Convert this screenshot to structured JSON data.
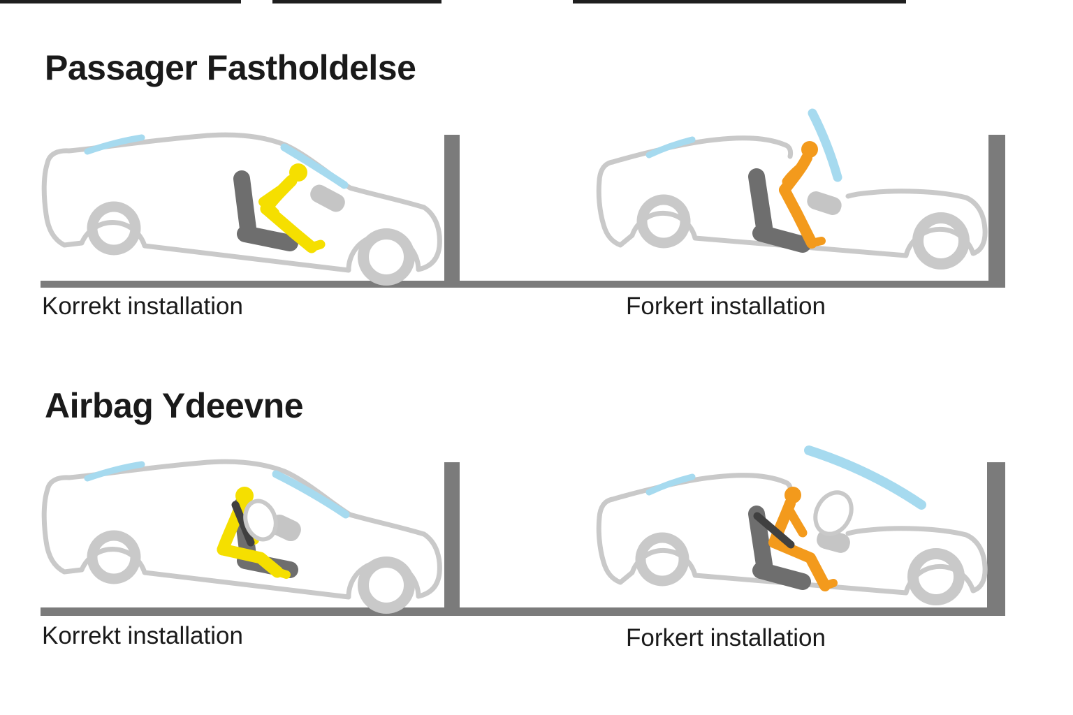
{
  "sections": [
    {
      "title": "Passager Fastholdelse",
      "panels": [
        {
          "label": "Korrekt installation",
          "state": "correct",
          "occupant_color": "#f5df00"
        },
        {
          "label": "Forkert installation",
          "state": "incorrect",
          "occupant_color": "#f39a1c"
        }
      ]
    },
    {
      "title": "Airbag Ydeevne",
      "panels": [
        {
          "label": "Korrekt installation",
          "state": "correct",
          "occupant_color": "#f5df00"
        },
        {
          "label": "Forkert installation",
          "state": "incorrect",
          "occupant_color": "#f39a1c"
        }
      ]
    }
  ],
  "colors": {
    "background": "#ffffff",
    "text": "#1a1a1a",
    "car_outline": "#c9c9c9",
    "glass_blue": "#a6daef",
    "seat_gray": "#6e6e6e",
    "seatbelt_gray": "#404040",
    "dashboard_gray": "#c5c5c5",
    "wall_ground_gray": "#7b7b7b",
    "occupant_correct_yellow": "#f5df00",
    "occupant_incorrect_orange": "#f39a1c",
    "airbag_white": "#ffffff"
  }
}
